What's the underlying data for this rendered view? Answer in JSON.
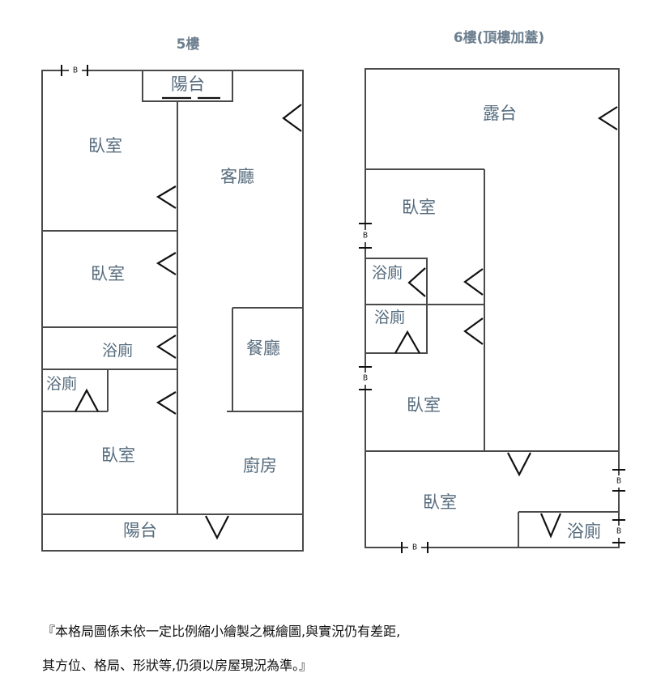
{
  "titles": {
    "floor5": "5樓",
    "floor6": "6樓(頂樓加蓋)"
  },
  "floor5": {
    "balcony_top": "陽台",
    "bedroom_1": "臥室",
    "living_room": "客廳",
    "bedroom_2": "臥室",
    "bathroom_1": "浴廁",
    "dining_room": "餐廳",
    "bathroom_2": "浴廁",
    "bedroom_3": "臥室",
    "kitchen": "廚房",
    "balcony_bottom": "陽台"
  },
  "floor6": {
    "terrace": "露台",
    "bedroom_1": "臥室",
    "bathroom_1": "浴廁",
    "bathroom_2": "浴廁",
    "bedroom_2": "臥室",
    "bedroom_3": "臥室",
    "bathroom_3": "浴廁"
  },
  "marker_letter": "B",
  "disclaimer": {
    "line1": "『本格局圖係未依一定比例縮小繪製之概繪圖,與實況仍有差距,",
    "line2": "其方位、格局、形狀等,仍須以房屋現況為準。』"
  }
}
